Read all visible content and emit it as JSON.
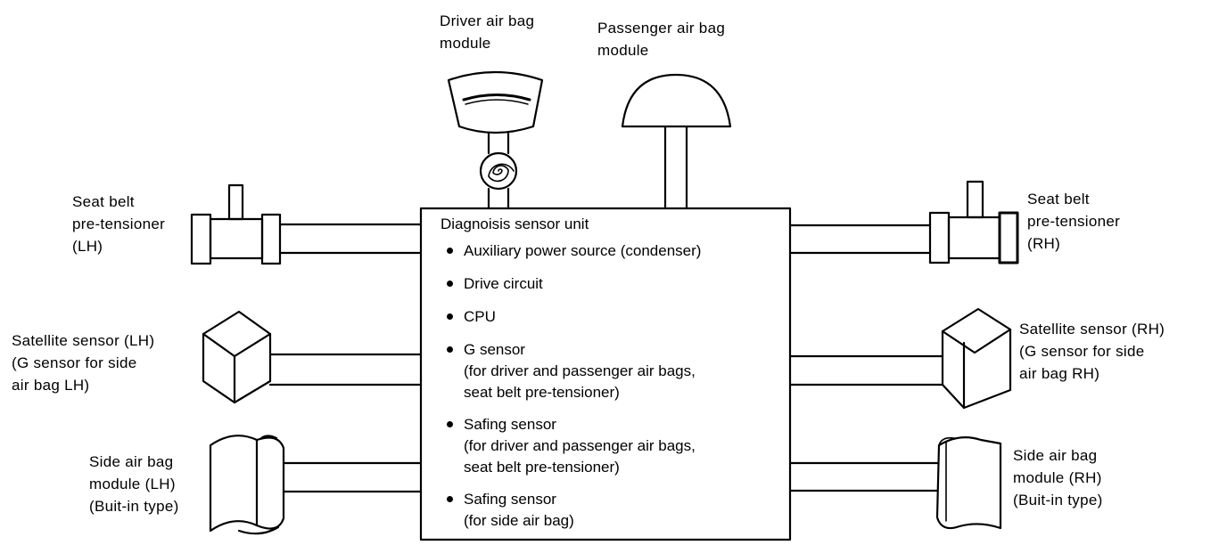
{
  "labels": {
    "driver_module": [
      "Driver air bag",
      "module"
    ],
    "passenger_module": [
      "Passenger air bag",
      "module"
    ],
    "pretensioner_lh": [
      "Seat belt",
      "pre-tensioner",
      "(LH)"
    ],
    "pretensioner_rh": [
      "Seat belt",
      "pre-tensioner",
      "(RH)"
    ],
    "satellite_lh": [
      "Satellite sensor (LH)",
      "(G sensor for side",
      "air bag LH)"
    ],
    "satellite_rh": [
      "Satellite sensor (RH)",
      "(G sensor for side",
      "air bag RH)"
    ],
    "side_module_lh": [
      "Side air bag",
      "module (LH)",
      "(Buit-in type)"
    ],
    "side_module_rh": [
      "Side air bag",
      "module (RH)",
      "(Buit-in type)"
    ]
  },
  "unit": {
    "title": "Diagnoisis sensor unit",
    "items": [
      {
        "text": "Auxiliary power source (condenser)",
        "sub": []
      },
      {
        "text": "Drive circuit",
        "sub": []
      },
      {
        "text": "CPU",
        "sub": []
      },
      {
        "text": "G sensor",
        "sub": [
          "(for driver and passenger air bags,",
          "seat belt pre-tensioner)"
        ]
      },
      {
        "text": "Safing sensor",
        "sub": [
          "(for driver and passenger air bags,",
          "seat belt pre-tensioner)"
        ]
      },
      {
        "text": "Safing sensor",
        "sub": [
          "(for side air bag)"
        ]
      }
    ]
  }
}
